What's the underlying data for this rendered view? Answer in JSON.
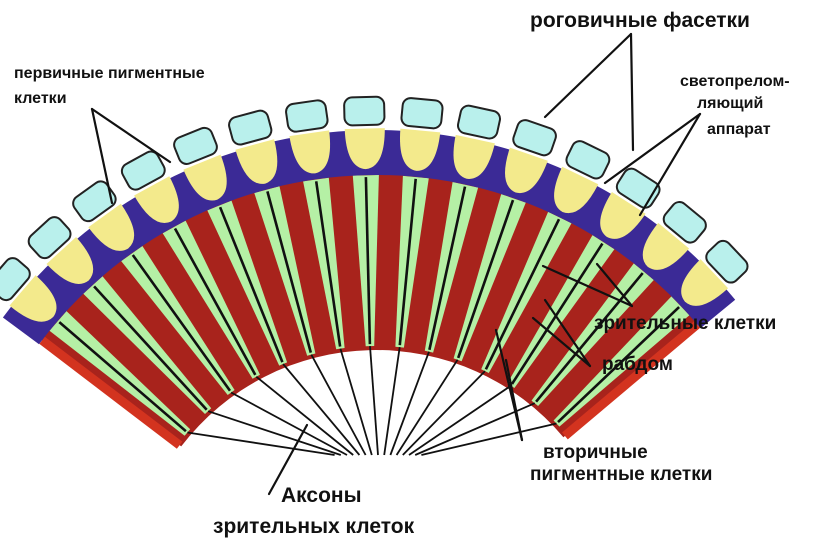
{
  "labels": {
    "corneal_facets": "роговичные фасетки",
    "primary_pigment_line1": "первичные пигментные",
    "primary_pigment_line2": "клетки",
    "refractive_line1": "светопрелом-",
    "refractive_line2": "ляющий",
    "refractive_line3": "аппарат",
    "visual_cells": "зрительные клетки",
    "rhabdom": "рабдом",
    "secondary_pigment_line1": "вторичные",
    "secondary_pigment_line2": "пигментные клетки",
    "axons_line1": "Аксоны",
    "axons_line2": "зрительных клеток"
  },
  "colors": {
    "facet": "#b9f0ec",
    "facet_stroke": "#222222",
    "primary_pigment": "#3b2a96",
    "lens": "#f3ea8c",
    "secondary_pigment": "#a8231c",
    "rhabdom_edge": "#d3331f",
    "visual_cell": "#b5f0a5",
    "rhabdom_line": "#111111",
    "axon": "#111111"
  },
  "structure": {
    "ommatidia_count": 15
  }
}
